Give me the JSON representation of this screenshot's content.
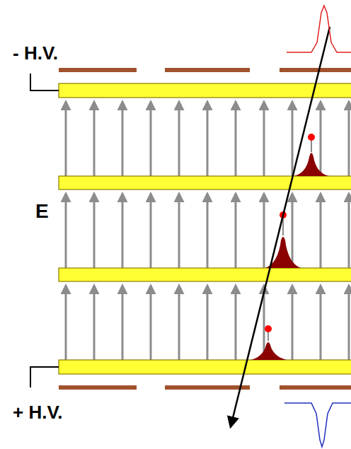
{
  "diagram": {
    "labels": [
      "- H.V.",
      "E",
      "+ H.V."
    ]
  }
}
